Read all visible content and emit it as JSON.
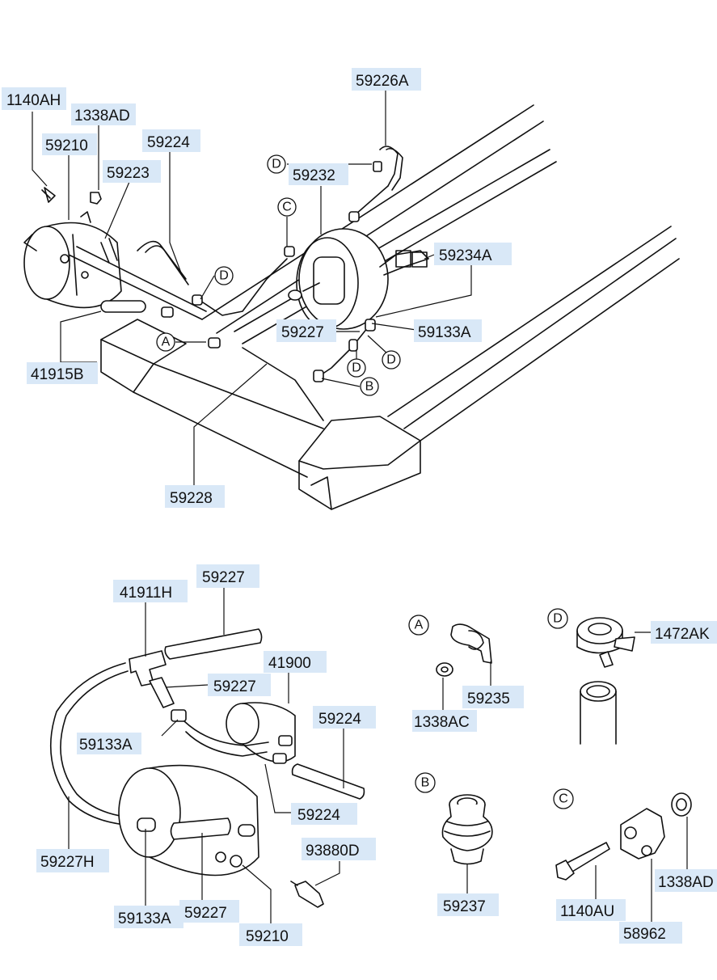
{
  "labels": {
    "p1140AH": "1140AH",
    "p1338AD_top": "1338AD",
    "p59210_top": "59210",
    "p59224_top": "59224",
    "p59223": "59223",
    "p59226A": "59226A",
    "p59232": "59232",
    "p59234A": "59234A",
    "p59227_top": "59227",
    "p59133A_top": "59133A",
    "p41915B": "41915B",
    "p59228": "59228",
    "p59227_a": "59227",
    "p41911H": "41911H",
    "p41900": "41900",
    "p59227_b": "59227",
    "p59133A_mid": "59133A",
    "p59224_mid": "59224",
    "p59224_low": "59224",
    "p59227H": "59227H",
    "p93880D": "93880D",
    "p59133A_low": "59133A",
    "p59227_c": "59227",
    "p59210_low": "59210",
    "p1472AK": "1472AK",
    "p59235": "59235",
    "p1338AC": "1338AC",
    "p59237": "59237",
    "p1140AU": "1140AU",
    "p58962": "58962",
    "p1338AD_low": "1338AD"
  },
  "callouts": {
    "A": "A",
    "B": "B",
    "C": "C",
    "D": "D"
  }
}
